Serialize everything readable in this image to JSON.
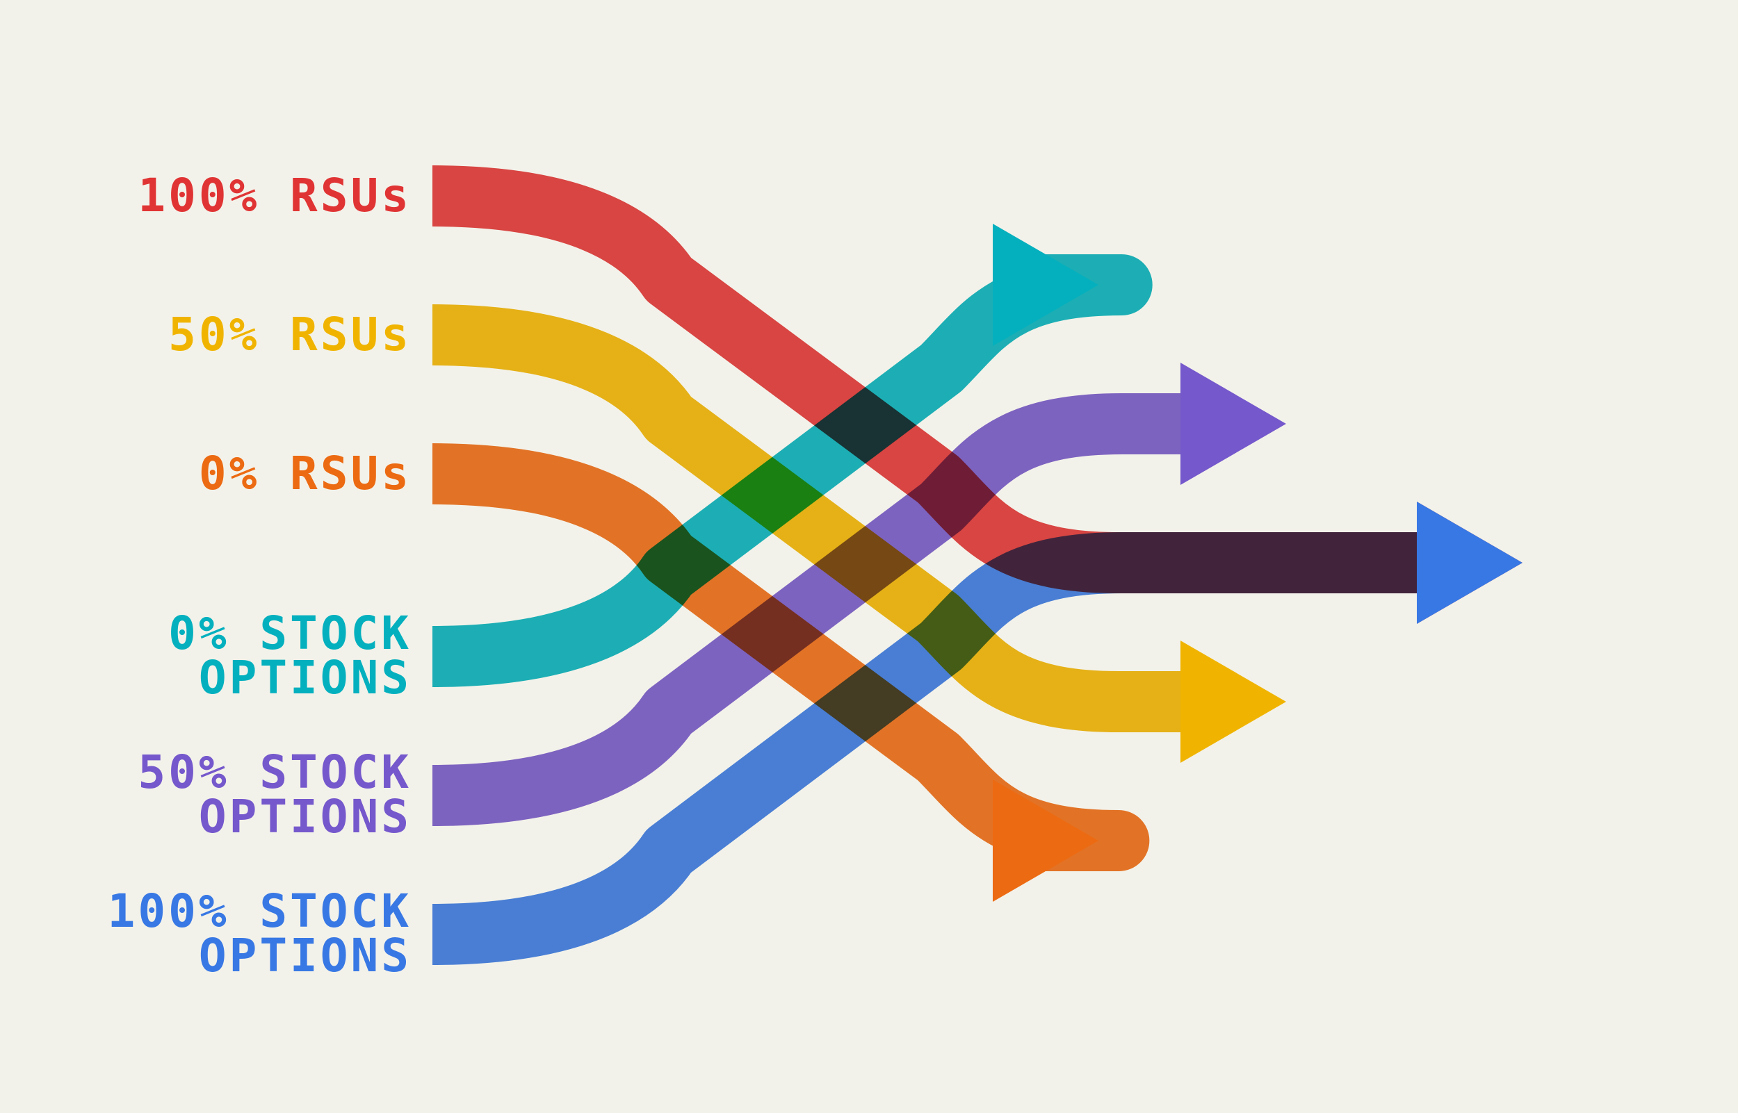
{
  "background": "#f3f2ea",
  "flows": [
    {
      "id": "rsu-100",
      "lines": [
        "100% RSUs"
      ],
      "color": "#e03434"
    },
    {
      "id": "rsu-50",
      "lines": [
        "50% RSUs"
      ],
      "color": "#f0b400"
    },
    {
      "id": "rsu-0",
      "lines": [
        "0% RSUs"
      ],
      "color": "#ec6a12"
    },
    {
      "id": "stock-0",
      "lines": [
        "0% STOCK",
        "OPTIONS"
      ],
      "color": "#04b0be"
    },
    {
      "id": "stock-50",
      "lines": [
        "50% STOCK",
        "OPTIONS"
      ],
      "color": "#7558cc"
    },
    {
      "id": "stock-100",
      "lines": [
        "100% STOCK",
        "OPTIONS"
      ],
      "color": "#3878e4"
    }
  ]
}
